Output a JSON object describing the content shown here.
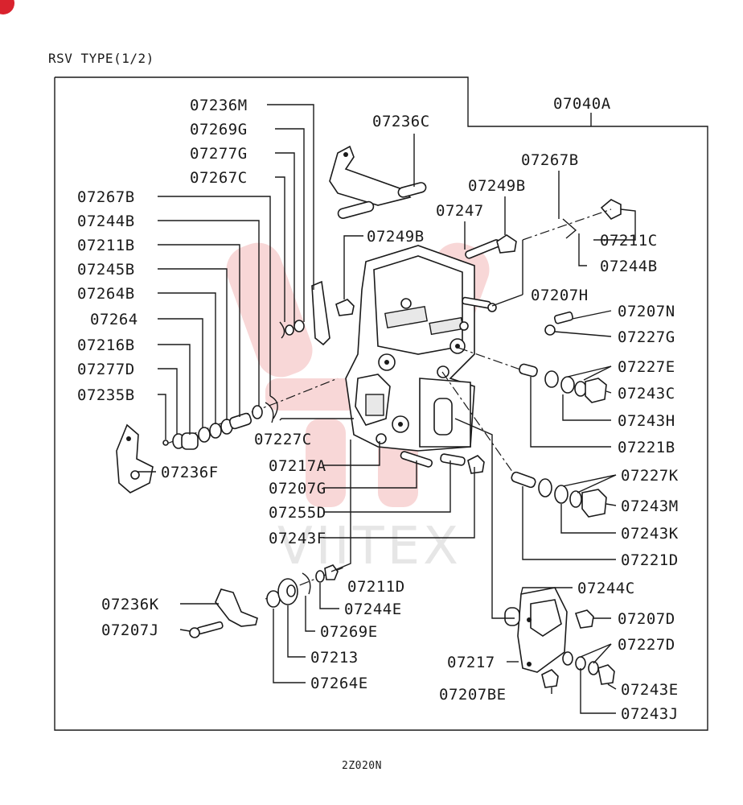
{
  "header": {
    "title": "RSV TYPE(1/2)"
  },
  "footer": {
    "code": "2Z020N"
  },
  "watermark": {
    "text": "VIITEX",
    "color": "#f6c9c9"
  },
  "corner_badge": {
    "color": "#d9232e"
  },
  "labels": {
    "p07236M": "07236M",
    "p07269G": "07269G",
    "p07277G": "07277G",
    "p07267C": "07267C",
    "p07267B_left": "07267B",
    "p07244B_left": "07244B",
    "p07211B": "07211B",
    "p07245B": "07245B",
    "p07264B": "07264B",
    "p07264": "07264",
    "p07216B": "07216B",
    "p07277D": "07277D",
    "p07235B": "07235B",
    "p07236F": "07236F",
    "p07227C": "07227C",
    "p07217A": "07217A",
    "p07207G": "07207G",
    "p07255D": "07255D",
    "p07243F": "07243F",
    "p07236C": "07236C",
    "p07040A": "07040A",
    "p07267B_right": "07267B",
    "p07249B_top": "07249B",
    "p07247": "07247",
    "p07249B": "07249B",
    "p07211C": "07211C",
    "p07244B_right": "07244B",
    "p07207H": "07207H",
    "p07207N": "07207N",
    "p07227G": "07227G",
    "p07227E": "07227E",
    "p07243C": "07243C",
    "p07243H": "07243H",
    "p07221B": "07221B",
    "p07227K": "07227K",
    "p07243M": "07243M",
    "p07243K": "07243K",
    "p07221D": "07221D",
    "p07244C": "07244C",
    "p07207D": "07207D",
    "p07227D": "07227D",
    "p07217": "07217",
    "p07243E": "07243E",
    "p07207BE": "07207BE",
    "p07243J": "07243J",
    "p07211D": "07211D",
    "p07244E": "07244E",
    "p07236K": "07236K",
    "p07269E": "07269E",
    "p07207J": "07207J",
    "p07213": "07213",
    "p07264E": "07264E"
  }
}
